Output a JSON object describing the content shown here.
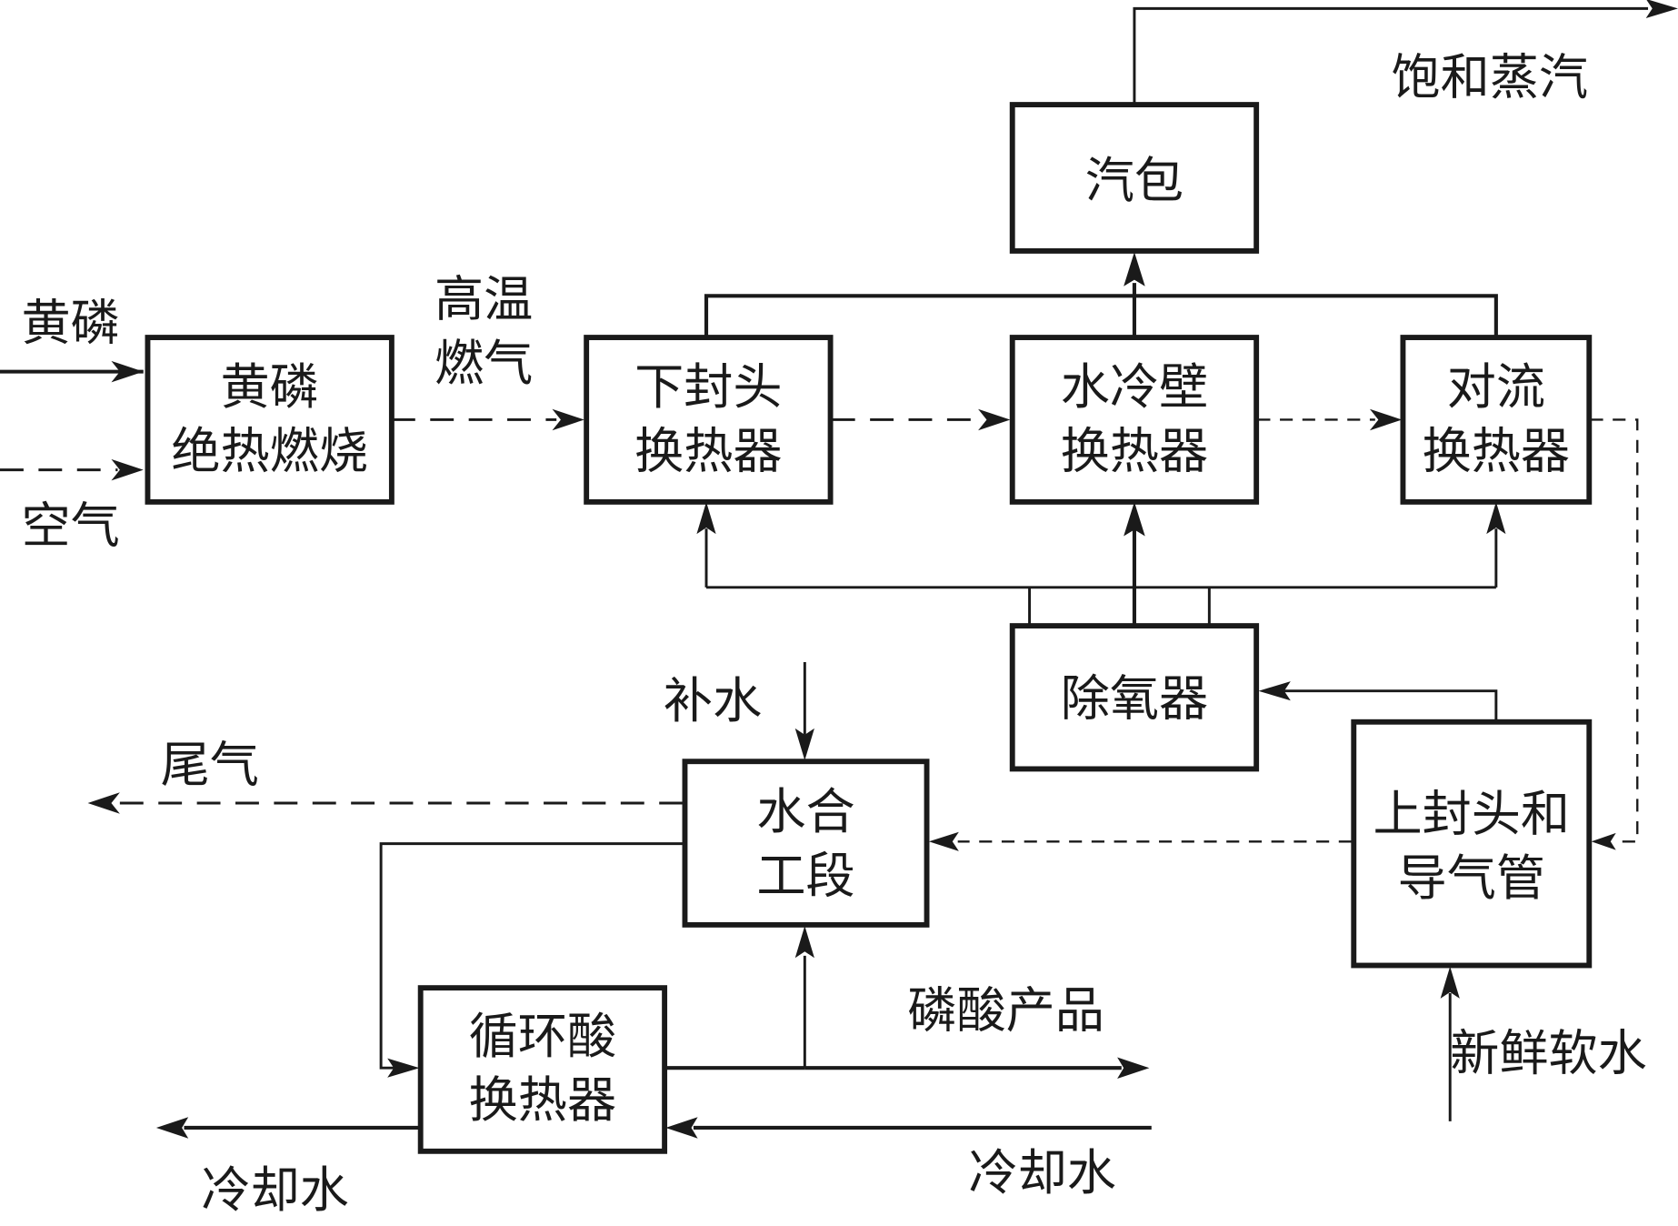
{
  "diagram": {
    "type": "process-flow",
    "title": "",
    "nodes": {
      "combustion": {
        "line1": "黄磷",
        "line2": "绝热燃烧"
      },
      "lower_head": {
        "line1": "下封头",
        "line2": "换热器"
      },
      "water_wall": {
        "line1": "水冷壁",
        "line2": "换热器"
      },
      "convection": {
        "line1": "对流",
        "line2": "换热器"
      },
      "steam_drum": {
        "line1": "汽包"
      },
      "deaerator": {
        "line1": "除氧器"
      },
      "upper_head": {
        "line1": "上封头和",
        "line2": "导气管"
      },
      "hydration": {
        "line1": "水合",
        "line2": "工段"
      },
      "acid_exchanger": {
        "line1": "循环酸",
        "line2": "换热器"
      }
    },
    "labels": {
      "yellow_phosphorus": "黄磷",
      "air": "空气",
      "hot_gas_1": "高温",
      "hot_gas_2": "燃气",
      "saturated_steam": "饱和蒸汽",
      "makeup_water": "补水",
      "tail_gas": "尾气",
      "phosphoric_acid_product": "磷酸产品",
      "fresh_soft_water": "新鲜软水",
      "cooling_water_in": "冷却水",
      "cooling_water_out": "冷却水"
    },
    "edges": [
      {
        "from": "黄磷",
        "to": "combustion",
        "style": "solid"
      },
      {
        "from": "空气",
        "to": "combustion",
        "style": "dashed"
      },
      {
        "from": "combustion",
        "to": "lower_head",
        "style": "dashed",
        "label": "高温燃气"
      },
      {
        "from": "lower_head",
        "to": "water_wall",
        "style": "dashed"
      },
      {
        "from": "water_wall",
        "to": "convection",
        "style": "dashed"
      },
      {
        "from": "convection",
        "to": "upper_head",
        "style": "dashed"
      },
      {
        "from": "upper_head",
        "to": "hydration",
        "style": "dashed"
      },
      {
        "from": "hydration",
        "to": "尾气",
        "style": "dashed"
      },
      {
        "from": "lower_head/water_wall/convection",
        "to": "steam_drum",
        "style": "solid"
      },
      {
        "from": "steam_drum",
        "to": "饱和蒸汽",
        "style": "solid"
      },
      {
        "from": "deaerator",
        "to": "lower_head/water_wall/convection",
        "style": "solid"
      },
      {
        "from": "upper_head",
        "to": "deaerator",
        "style": "solid"
      },
      {
        "from": "新鲜软水",
        "to": "upper_head",
        "style": "solid"
      },
      {
        "from": "补水",
        "to": "hydration",
        "style": "solid"
      },
      {
        "from": "hydration",
        "to": "acid_exchanger",
        "style": "solid"
      },
      {
        "from": "acid_exchanger",
        "to": "hydration",
        "style": "solid"
      },
      {
        "from": "acid_exchanger",
        "to": "磷酸产品",
        "style": "solid"
      },
      {
        "from": "冷却水",
        "to": "acid_exchanger",
        "style": "solid"
      },
      {
        "from": "acid_exchanger",
        "to": "冷却水",
        "style": "solid"
      }
    ]
  }
}
